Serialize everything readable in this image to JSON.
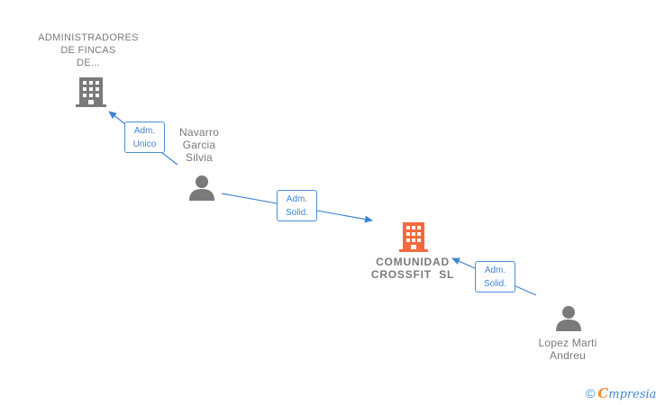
{
  "nodes": {
    "admin_company": {
      "label_lines": [
        "ADMINISTRADORES",
        "DE FINCAS",
        "DE..."
      ],
      "icon": "building-icon",
      "color": "#7a7a7a"
    },
    "person_navarro": {
      "label_lines": [
        "Navarro",
        "Garcia",
        "Silvia"
      ],
      "icon": "person-icon",
      "color": "#7a7a7a"
    },
    "main_company": {
      "label_lines": [
        "COMUNIDAD",
        "CROSSFIT  SL"
      ],
      "icon": "building-icon",
      "color": "#f26a3d"
    },
    "person_lopez": {
      "label_lines": [
        "Lopez Marti",
        "Andreu"
      ],
      "icon": "person-icon",
      "color": "#7a7a7a"
    }
  },
  "edges": [
    {
      "from": "person_navarro",
      "to": "admin_company",
      "role_lines": [
        "Adm.",
        "Unico"
      ]
    },
    {
      "from": "person_navarro",
      "to": "main_company",
      "role_lines": [
        "Adm.",
        "Solid."
      ]
    },
    {
      "from": "person_lopez",
      "to": "main_company",
      "role_lines": [
        "Adm.",
        "Solid."
      ]
    }
  ],
  "edge_color": "#3f85d4",
  "watermark": {
    "copyright_symbol": "©",
    "brand_first": "C",
    "brand_rest": "mpresia"
  }
}
